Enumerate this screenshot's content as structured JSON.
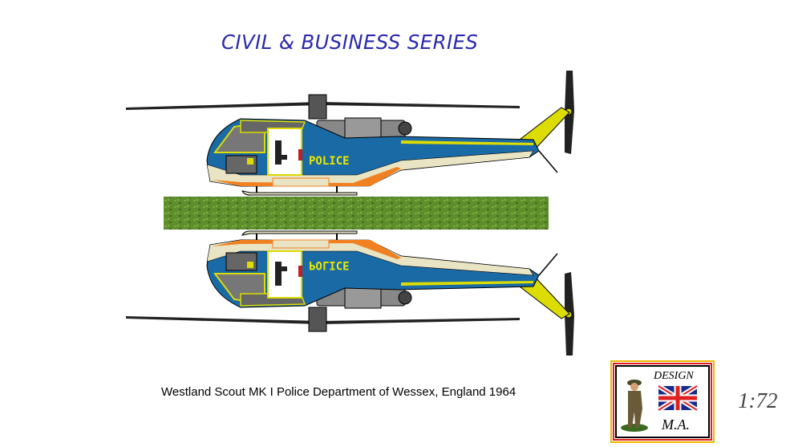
{
  "header": {
    "title": "CIVIL & BUSINESS SERIES"
  },
  "illustration": {
    "subject": "Westland Scout MK I",
    "livery_text": "POLICE",
    "colors": {
      "body_blue": "#1a6aa6",
      "stripe_yellow": "#e0e000",
      "cream": "#e8e4c4",
      "orange": "#f08020",
      "grass": "#5a8a2a"
    }
  },
  "caption": {
    "text": "Westland Scout MK I  Police Department of Wessex, England 1964"
  },
  "logo": {
    "top_text": "DESIGN",
    "bottom_text": "M.A."
  },
  "scale": {
    "text": "1:72"
  }
}
